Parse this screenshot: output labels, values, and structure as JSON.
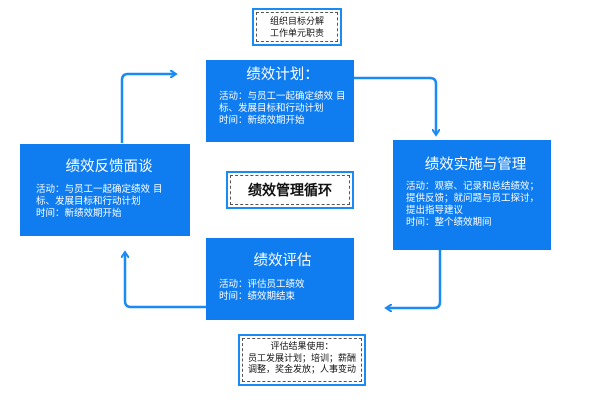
{
  "top_note": {
    "lines": [
      "组织目标分解",
      "工作单元职责"
    ]
  },
  "center": {
    "title": "绩效管理循环"
  },
  "bottom_note": {
    "lines": [
      "评估结果使用：",
      "员工发展计划；培训；薪酬",
      "调整，奖金发放；人事变动"
    ]
  },
  "stages": {
    "plan": {
      "title": "绩效计划：",
      "lines": [
        "活动：与员工一起确定绩效 目",
        "标、发展目标和行动计划",
        "时间：新绩效期开始"
      ]
    },
    "implement": {
      "title": "绩效实施与管理",
      "lines": [
        "活动：观察、记录和总结绩效；",
        "提供反馈；就问题与员工探讨，",
        "提出指导建议",
        "时间：整个绩效期间"
      ]
    },
    "evaluate": {
      "title": "绩效评估",
      "lines": [
        "活动：评估员工绩效",
        "时间：绩效期结束"
      ]
    },
    "feedback": {
      "title": "绩效反馈面谈",
      "lines": [
        "活动：与员工一起确定绩效 目",
        "标、发展目标和行动计划",
        "时间：新绩效期开始"
      ]
    }
  },
  "colors": {
    "box": "#0f7cf0",
    "arrow": "#1a8af5",
    "note_border": "#1a8af5"
  }
}
